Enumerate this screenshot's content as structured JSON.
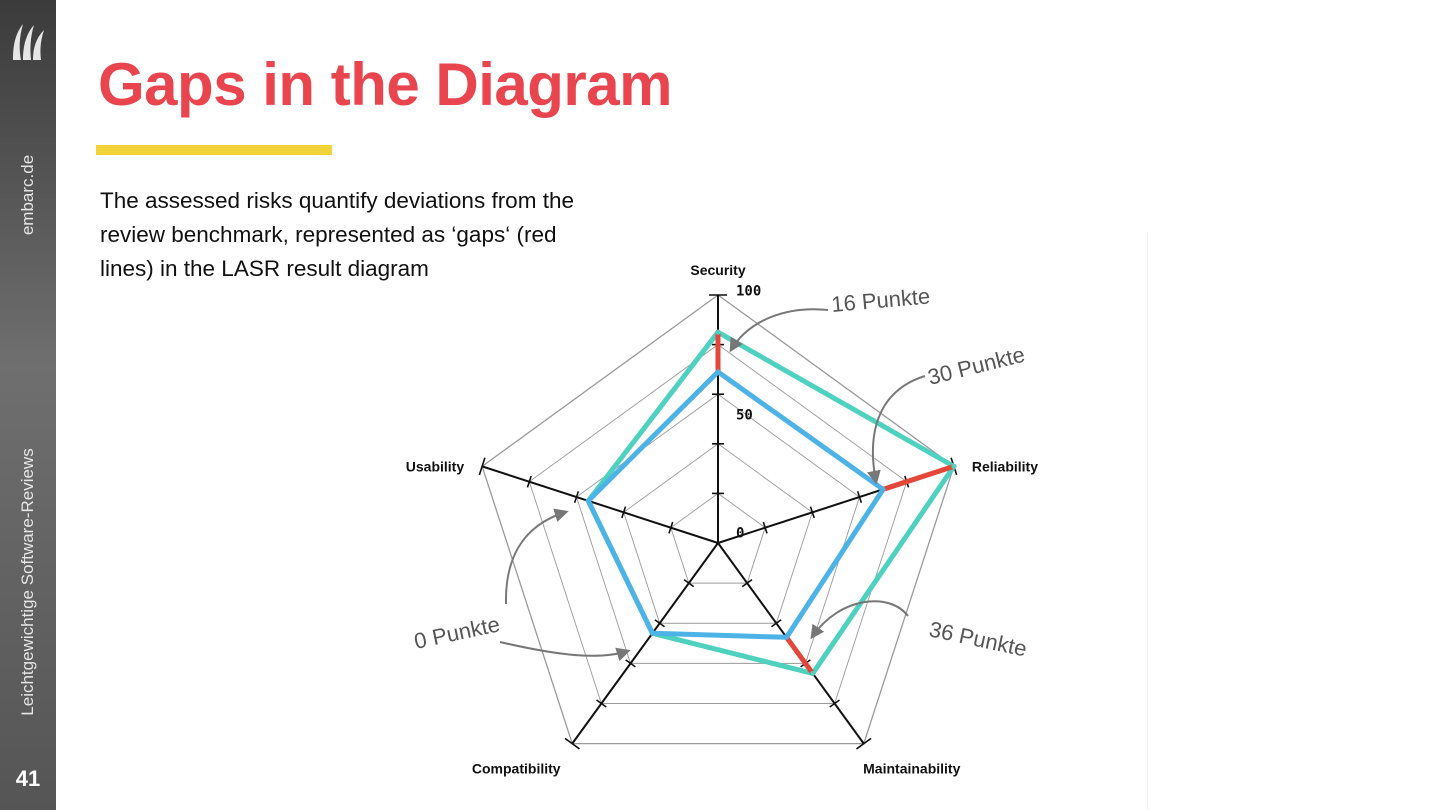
{
  "slide": {
    "title": "Gaps in the Diagram",
    "body": "The assessed risks quantify deviations from the review benchmark, represented as ‘gaps‘ (red lines) in the LASR result diagram",
    "number": "41"
  },
  "sidebar": {
    "site": "embarc.de",
    "tagline": "Leichtgewichtige Software-Reviews"
  },
  "colors": {
    "title": "#e8454f",
    "accent_bar": "#f2d43a",
    "benchmark": "#4fd1c0",
    "result": "#4db3e6",
    "gap": "#e4473a",
    "annotation": "#555555"
  },
  "chart_data": {
    "type": "radar",
    "axes": [
      "Security",
      "Reliability",
      "Maintainability",
      "Compatibility",
      "Usability"
    ],
    "rlim": [
      0,
      100
    ],
    "tick_labels": [
      "0",
      "50",
      "100"
    ],
    "series": [
      {
        "values": [
          85,
          100,
          65,
          45,
          55
        ]
      },
      {
        "values": [
          69,
          70,
          47,
          45,
          55
        ]
      }
    ],
    "gap_color": "red",
    "annotations": [
      {
        "axis": "Security",
        "text": "16 Punkte"
      },
      {
        "axis": "Reliability",
        "text": "30 Punkte"
      },
      {
        "axis": "Maintainability",
        "text": "36 Punkte"
      },
      {
        "axis": "Usability",
        "text": "0 Punkte"
      }
    ]
  }
}
